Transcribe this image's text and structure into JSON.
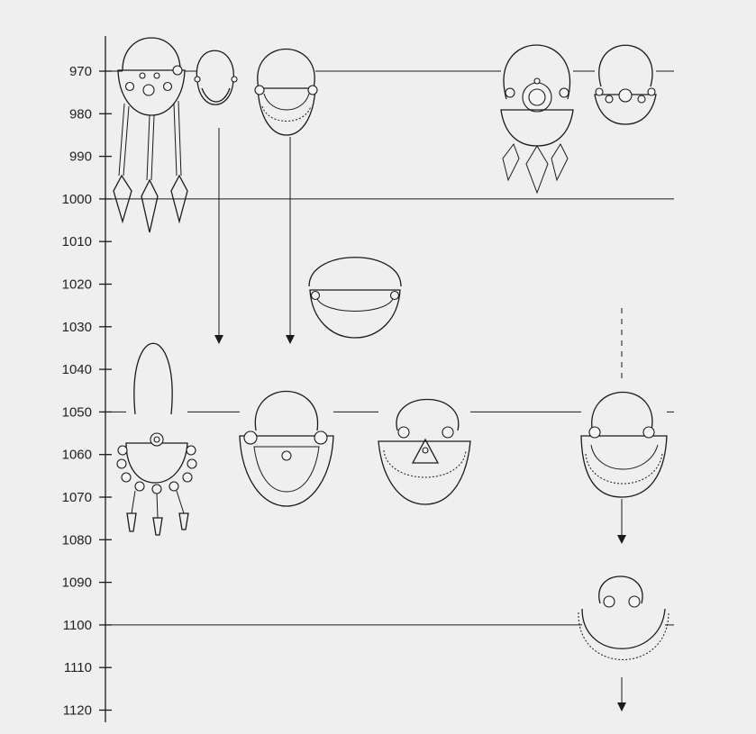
{
  "axis": {
    "ticks": [
      {
        "label": "970",
        "year": 970
      },
      {
        "label": "980",
        "year": 980
      },
      {
        "label": "990",
        "year": 990
      },
      {
        "label": "1000",
        "year": 1000
      },
      {
        "label": "1010",
        "year": 1010
      },
      {
        "label": "1020",
        "year": 1020
      },
      {
        "label": "1030",
        "year": 1030
      },
      {
        "label": "1040",
        "year": 1040
      },
      {
        "label": "1050",
        "year": 1050
      },
      {
        "label": "1060",
        "year": 1060
      },
      {
        "label": "1070",
        "year": 1070
      },
      {
        "label": "1080",
        "year": 1080
      },
      {
        "label": "1090",
        "year": 1090
      },
      {
        "label": "1100",
        "year": 1100
      },
      {
        "label": "1110",
        "year": 1110
      },
      {
        "label": "1120",
        "year": 1120
      }
    ]
  },
  "horizon_years": [
    970,
    1000,
    1050,
    1100
  ],
  "colors": {
    "ink": "#1a1a1a",
    "paper": "#efefef"
  }
}
